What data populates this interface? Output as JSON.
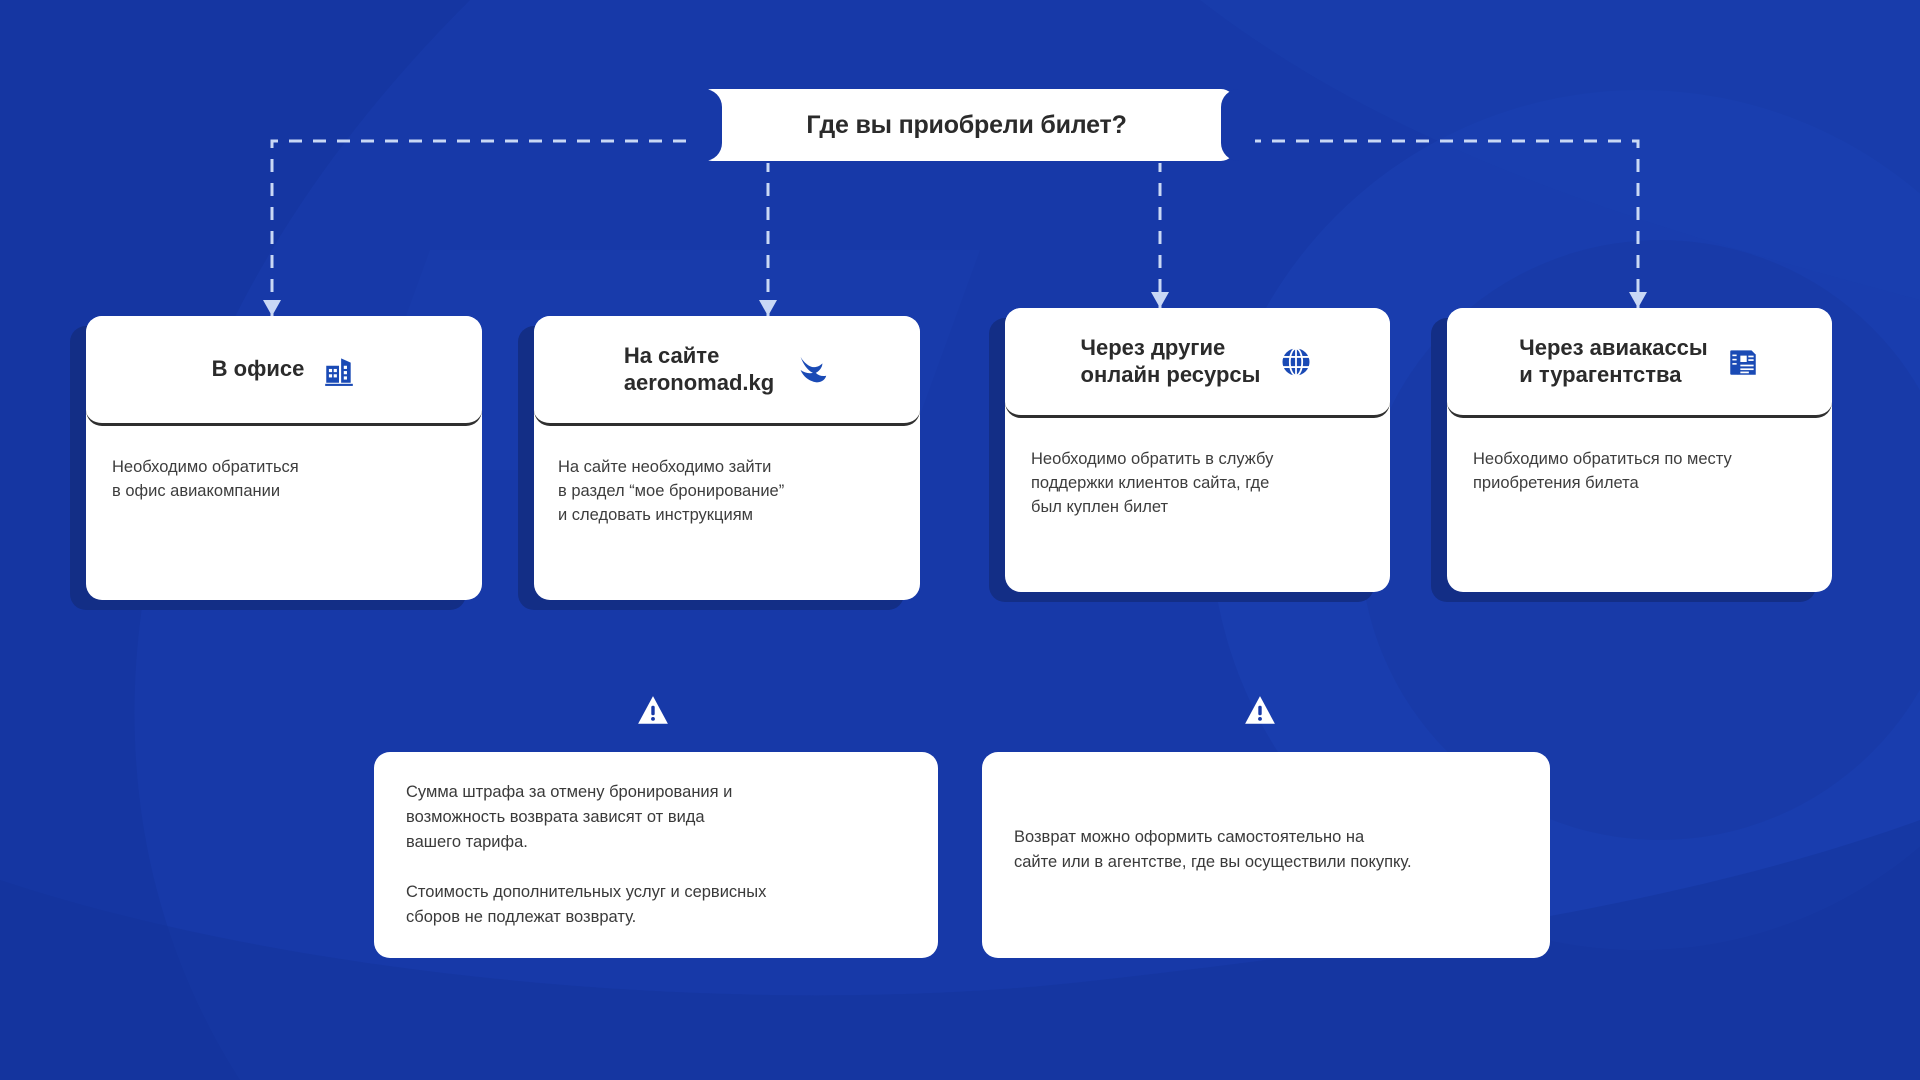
{
  "theme": {
    "background": "#1739a8",
    "card_bg": "#ffffff",
    "card_shadow": "#132e86",
    "accent": "#1a4ab5",
    "head_rule": "#2f2f2f",
    "title_color": "#2b2b2b",
    "body_color": "#3d3d3d",
    "connector_color": "#c9d8f5"
  },
  "root": {
    "title": "Где вы приобрели билет?"
  },
  "cards": [
    {
      "id": "office",
      "title": "В офисе",
      "icon": "office-building-icon",
      "text": "Необходимо обратиться\nв офис авиакомпании"
    },
    {
      "id": "site",
      "title": "На сайте\naeronomad.kg",
      "icon": "aeronomad-bird-logo-icon",
      "text": "На сайте необходимо зайти\nв раздел “мое бронирование”\nи следовать инструкциям"
    },
    {
      "id": "online",
      "title": "Через другие\nонлайн ресурсы",
      "icon": "globe-icon",
      "text": "Необходимо обратить в службу\nподдержки клиентов сайта, где\nбыл куплен билет"
    },
    {
      "id": "agency",
      "title": "Через авиакассы\nи турагентства",
      "icon": "documents-icon",
      "text": "Необходимо обратиться по месту\nприобретения билета"
    }
  ],
  "notes": [
    {
      "id": "left",
      "icon": "warning-triangle-icon",
      "text": "Сумма штрафа за отмену бронирования и\nвозможность возврата зависят от вида\nвашего тарифа.\n\nСтоимость дополнительных услуг и сервисных\nсборов не подлежат возврату."
    },
    {
      "id": "right",
      "icon": "warning-triangle-icon",
      "text": "Возврат можно оформить самостоятельно на\nсайте или в агентстве, где вы осуществили покупку."
    }
  ]
}
